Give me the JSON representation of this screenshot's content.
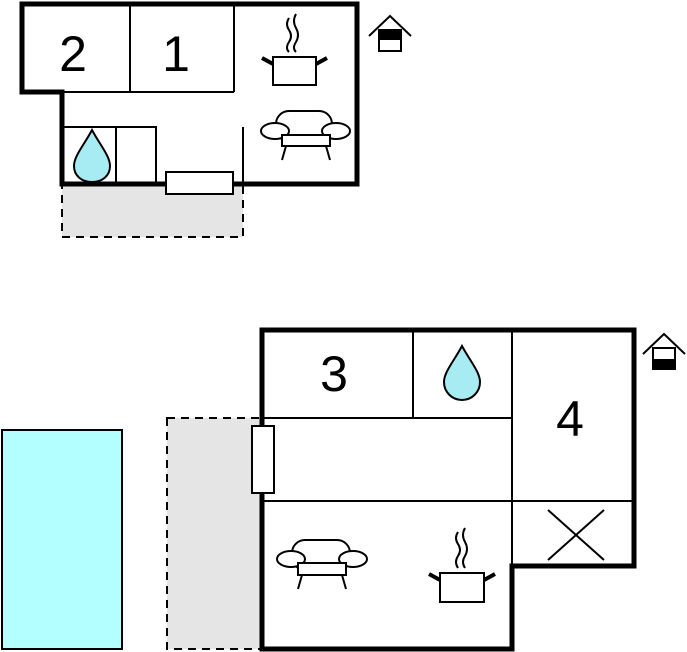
{
  "rooms": {
    "upper_left": "2",
    "upper_right": "1",
    "lower_bath_side": "3",
    "lower_right": "4"
  },
  "colors": {
    "wall": "#000000",
    "terrace_fill": "#e5e5e5",
    "water_fill": "#a8ecf3",
    "pool_fill": "#b3ffff",
    "background": "#ffffff"
  },
  "icons": [
    "house-icon",
    "cooking-pot-icon",
    "sofa-icon",
    "water-drop-icon",
    "pool-icon",
    "cross-icon"
  ]
}
